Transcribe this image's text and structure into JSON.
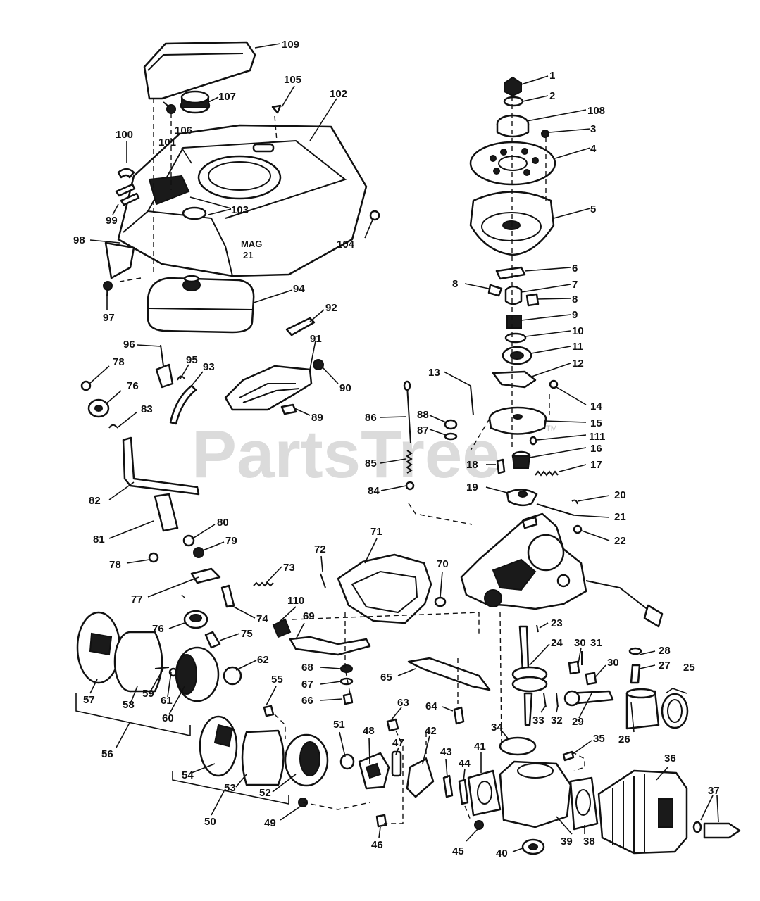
{
  "watermark": {
    "text": "PartsTree",
    "tm": "TM"
  },
  "housing_marking": {
    "line1": "MAG",
    "line2": "21"
  },
  "callouts": [
    {
      "id": "c1",
      "label": "1"
    },
    {
      "id": "c2",
      "label": "2"
    },
    {
      "id": "c3",
      "label": "3"
    },
    {
      "id": "c4",
      "label": "4"
    },
    {
      "id": "c5",
      "label": "5"
    },
    {
      "id": "c6",
      "label": "6"
    },
    {
      "id": "c7",
      "label": "7"
    },
    {
      "id": "c8a",
      "label": "8"
    },
    {
      "id": "c8b",
      "label": "8"
    },
    {
      "id": "c9",
      "label": "9"
    },
    {
      "id": "c10",
      "label": "10"
    },
    {
      "id": "c11",
      "label": "11"
    },
    {
      "id": "c12",
      "label": "12"
    },
    {
      "id": "c13",
      "label": "13"
    },
    {
      "id": "c14",
      "label": "14"
    },
    {
      "id": "c15",
      "label": "15"
    },
    {
      "id": "c16",
      "label": "16"
    },
    {
      "id": "c17",
      "label": "17"
    },
    {
      "id": "c18",
      "label": "18"
    },
    {
      "id": "c19",
      "label": "19"
    },
    {
      "id": "c20",
      "label": "20"
    },
    {
      "id": "c21",
      "label": "21"
    },
    {
      "id": "c22",
      "label": "22"
    },
    {
      "id": "c23",
      "label": "23"
    },
    {
      "id": "c24",
      "label": "24"
    },
    {
      "id": "c25",
      "label": "25"
    },
    {
      "id": "c26",
      "label": "26"
    },
    {
      "id": "c27",
      "label": "27"
    },
    {
      "id": "c28",
      "label": "28"
    },
    {
      "id": "c29",
      "label": "29"
    },
    {
      "id": "c30a",
      "label": "30"
    },
    {
      "id": "c30b",
      "label": "30"
    },
    {
      "id": "c31",
      "label": "31"
    },
    {
      "id": "c32",
      "label": "32"
    },
    {
      "id": "c33",
      "label": "33"
    },
    {
      "id": "c34",
      "label": "34"
    },
    {
      "id": "c35",
      "label": "35"
    },
    {
      "id": "c36",
      "label": "36"
    },
    {
      "id": "c37",
      "label": "37"
    },
    {
      "id": "c38",
      "label": "38"
    },
    {
      "id": "c39",
      "label": "39"
    },
    {
      "id": "c40",
      "label": "40"
    },
    {
      "id": "c41",
      "label": "41"
    },
    {
      "id": "c42",
      "label": "42"
    },
    {
      "id": "c43",
      "label": "43"
    },
    {
      "id": "c44",
      "label": "44"
    },
    {
      "id": "c45",
      "label": "45"
    },
    {
      "id": "c46",
      "label": "46"
    },
    {
      "id": "c47",
      "label": "47"
    },
    {
      "id": "c48",
      "label": "48"
    },
    {
      "id": "c49",
      "label": "49"
    },
    {
      "id": "c50",
      "label": "50"
    },
    {
      "id": "c51",
      "label": "51"
    },
    {
      "id": "c52",
      "label": "52"
    },
    {
      "id": "c53",
      "label": "53"
    },
    {
      "id": "c54",
      "label": "54"
    },
    {
      "id": "c55",
      "label": "55"
    },
    {
      "id": "c56",
      "label": "56"
    },
    {
      "id": "c57",
      "label": "57"
    },
    {
      "id": "c58",
      "label": "58"
    },
    {
      "id": "c59",
      "label": "59"
    },
    {
      "id": "c60",
      "label": "60"
    },
    {
      "id": "c61",
      "label": "61"
    },
    {
      "id": "c62",
      "label": "62"
    },
    {
      "id": "c63",
      "label": "63"
    },
    {
      "id": "c64",
      "label": "64"
    },
    {
      "id": "c65",
      "label": "65"
    },
    {
      "id": "c66",
      "label": "66"
    },
    {
      "id": "c67",
      "label": "67"
    },
    {
      "id": "c68",
      "label": "68"
    },
    {
      "id": "c69",
      "label": "69"
    },
    {
      "id": "c70",
      "label": "70"
    },
    {
      "id": "c71",
      "label": "71"
    },
    {
      "id": "c72",
      "label": "72"
    },
    {
      "id": "c73",
      "label": "73"
    },
    {
      "id": "c74",
      "label": "74"
    },
    {
      "id": "c75",
      "label": "75"
    },
    {
      "id": "c76a",
      "label": "76"
    },
    {
      "id": "c76b",
      "label": "76"
    },
    {
      "id": "c77",
      "label": "77"
    },
    {
      "id": "c78a",
      "label": "78"
    },
    {
      "id": "c78b",
      "label": "78"
    },
    {
      "id": "c79",
      "label": "79"
    },
    {
      "id": "c80",
      "label": "80"
    },
    {
      "id": "c81",
      "label": "81"
    },
    {
      "id": "c82",
      "label": "82"
    },
    {
      "id": "c83",
      "label": "83"
    },
    {
      "id": "c84",
      "label": "84"
    },
    {
      "id": "c85",
      "label": "85"
    },
    {
      "id": "c86",
      "label": "86"
    },
    {
      "id": "c87",
      "label": "87"
    },
    {
      "id": "c88",
      "label": "88"
    },
    {
      "id": "c89",
      "label": "89"
    },
    {
      "id": "c90",
      "label": "90"
    },
    {
      "id": "c91",
      "label": "91"
    },
    {
      "id": "c92",
      "label": "92"
    },
    {
      "id": "c93",
      "label": "93"
    },
    {
      "id": "c94",
      "label": "94"
    },
    {
      "id": "c95",
      "label": "95"
    },
    {
      "id": "c96",
      "label": "96"
    },
    {
      "id": "c97",
      "label": "97"
    },
    {
      "id": "c98",
      "label": "98"
    },
    {
      "id": "c99",
      "label": "99"
    },
    {
      "id": "c100",
      "label": "100"
    },
    {
      "id": "c101",
      "label": "101"
    },
    {
      "id": "c102",
      "label": "102"
    },
    {
      "id": "c103",
      "label": "103"
    },
    {
      "id": "c104",
      "label": "104"
    },
    {
      "id": "c105",
      "label": "105"
    },
    {
      "id": "c106",
      "label": "106"
    },
    {
      "id": "c107",
      "label": "107"
    },
    {
      "id": "c108",
      "label": "108"
    },
    {
      "id": "c109",
      "label": "109"
    },
    {
      "id": "c110",
      "label": "110"
    },
    {
      "id": "c111",
      "label": "111"
    }
  ]
}
